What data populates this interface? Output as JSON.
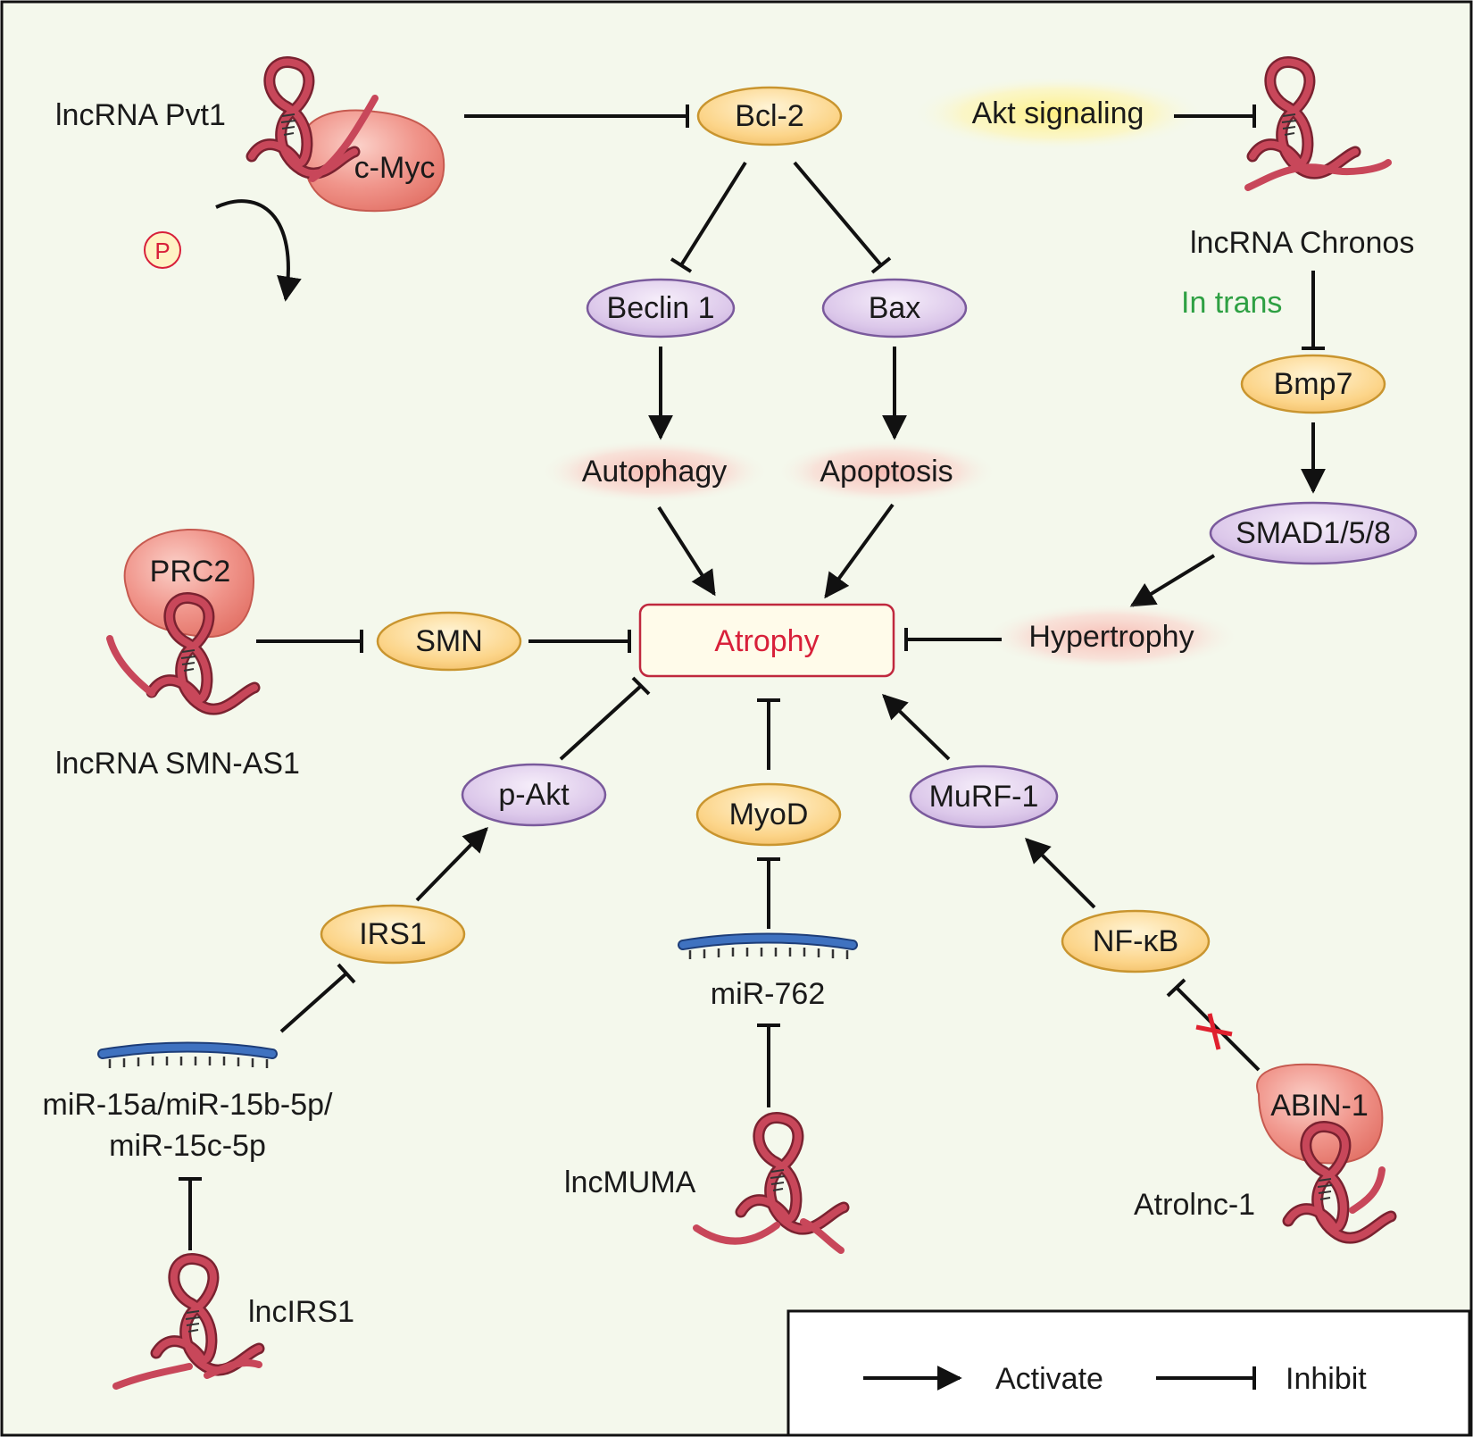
{
  "nodes": {
    "bcl2": "Bcl-2",
    "beclin1": "Beclin 1",
    "bax": "Bax",
    "autophagy": "Autophagy",
    "apoptosis": "Apoptosis",
    "atrophy": "Atrophy",
    "smn": "SMN",
    "hypertrophy": "Hypertrophy",
    "bmp7": "Bmp7",
    "smad": "SMAD1/5/8",
    "pakt": "p-Akt",
    "irs1": "IRS1",
    "myod": "MyoD",
    "murf1": "MuRF-1",
    "nfkb": "NF-κB",
    "akt_signaling": "Akt signaling"
  },
  "proteins": {
    "cmyc": "c-Myc",
    "prc2": "PRC2",
    "abin1": "ABIN-1",
    "phospho": "P"
  },
  "labels": {
    "pvt1": "lncRNA Pvt1",
    "chronos": "lncRNA Chronos",
    "in_trans": "In trans",
    "smn_as1": "lncRNA SMN-AS1",
    "mir15_line1": "miR-15a/miR-15b-5p/",
    "mir15_line2": "miR-15c-5p",
    "mir762": "miR-762",
    "lncirs1": "lncIRS1",
    "lncmuma": "lncMUMA",
    "atrolnc1": "Atrolnc-1"
  },
  "legend": {
    "activate": "Activate",
    "inhibit": "Inhibit"
  },
  "colors": {
    "background": "#f4f8ec",
    "orange_fill": "#fbd68c",
    "orange_stroke": "#c9952f",
    "purple_fill": "#ddc9ea",
    "purple_stroke": "#7a5a9c",
    "protein_fill": "#f08f86",
    "rna": "#c8475a",
    "mirna": "#3a68b0",
    "atrophy_text": "#d8203a",
    "in_trans": "#2ea043",
    "cross": "#e0202e"
  }
}
